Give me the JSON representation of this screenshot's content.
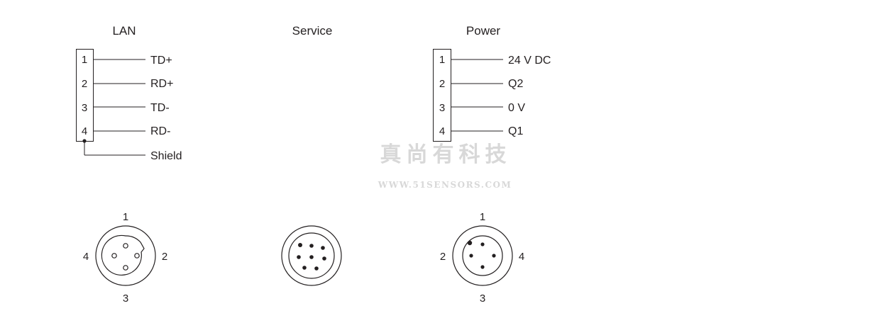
{
  "headings": {
    "lan": "LAN",
    "service": "Service",
    "power": "Power"
  },
  "lan": {
    "pins": [
      {
        "num": "1",
        "signal": "TD+"
      },
      {
        "num": "2",
        "signal": "RD+"
      },
      {
        "num": "3",
        "signal": "TD-"
      },
      {
        "num": "4",
        "signal": "RD-"
      }
    ],
    "shield": "Shield"
  },
  "power": {
    "pins": [
      {
        "num": "1",
        "signal": "24 V DC"
      },
      {
        "num": "2",
        "signal": "Q2"
      },
      {
        "num": "3",
        "signal": "0 V"
      },
      {
        "num": "4",
        "signal": "Q1"
      }
    ]
  },
  "connectors": {
    "lan": {
      "top": "1",
      "left": "4",
      "right": "2",
      "bottom": "3"
    },
    "power": {
      "top": "1",
      "left": "2",
      "right": "4",
      "bottom": "3"
    }
  },
  "watermark": {
    "line1": "真尚有科技",
    "line2": "WWW.51SENSORS.COM"
  },
  "colors": {
    "line": "#231f20",
    "watermark": "#d8d8d8"
  }
}
